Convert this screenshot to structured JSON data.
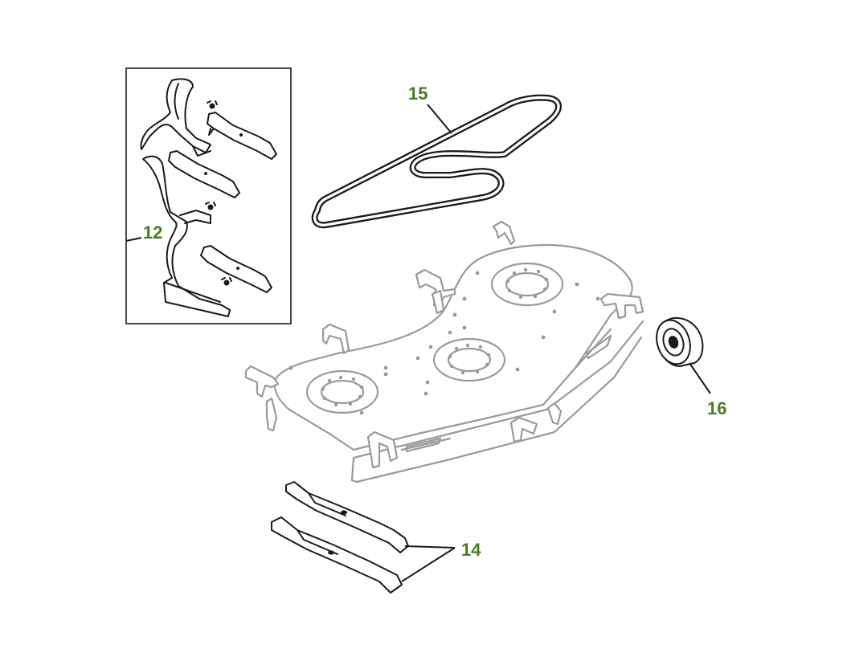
{
  "callouts": {
    "blade_kit": "12",
    "blades": "14",
    "belt": "15",
    "gauge_wheel": "16"
  },
  "colors": {
    "callout_text": "#4a7a2a",
    "line_dark": "#1a1a1a",
    "deck_gray": "#9a9a9a",
    "background": "#ffffff"
  }
}
